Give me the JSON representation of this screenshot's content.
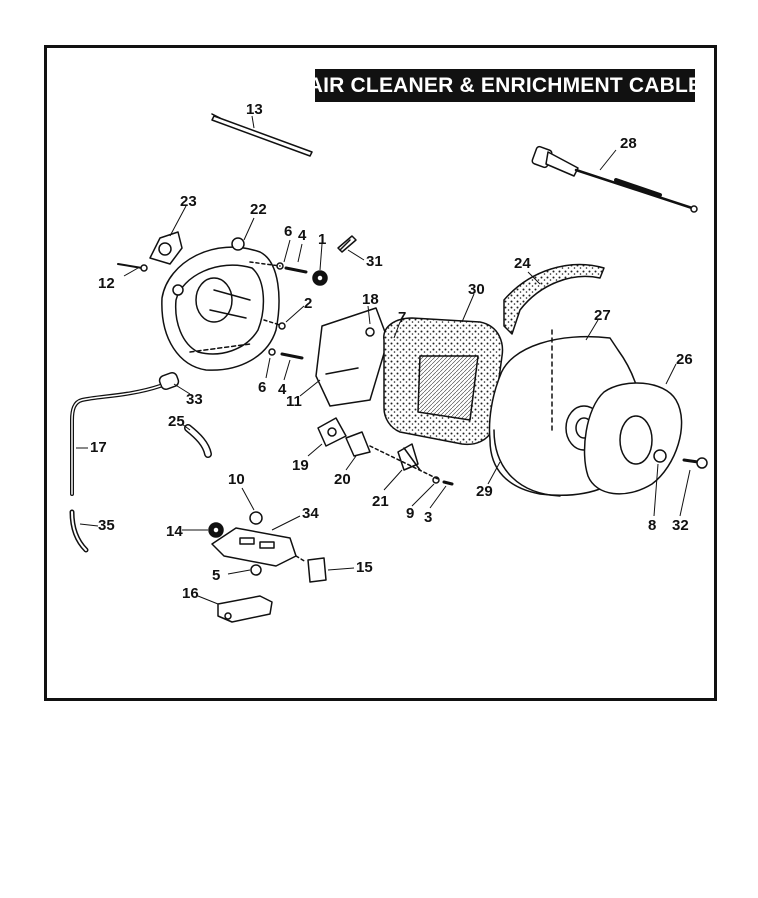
{
  "title": "AIR CLEANER & ENRICHMENT CABLE",
  "callouts": [
    {
      "id": "1",
      "label": "1"
    },
    {
      "id": "2",
      "label": "2"
    },
    {
      "id": "3",
      "label": "3"
    },
    {
      "id": "4a",
      "label": "4"
    },
    {
      "id": "4b",
      "label": "4"
    },
    {
      "id": "5",
      "label": "5"
    },
    {
      "id": "6a",
      "label": "6"
    },
    {
      "id": "6b",
      "label": "6"
    },
    {
      "id": "7",
      "label": "7"
    },
    {
      "id": "8",
      "label": "8"
    },
    {
      "id": "9",
      "label": "9"
    },
    {
      "id": "10",
      "label": "10"
    },
    {
      "id": "11",
      "label": "11"
    },
    {
      "id": "12",
      "label": "12"
    },
    {
      "id": "13",
      "label": "13"
    },
    {
      "id": "14",
      "label": "14"
    },
    {
      "id": "15",
      "label": "15"
    },
    {
      "id": "16",
      "label": "16"
    },
    {
      "id": "17",
      "label": "17"
    },
    {
      "id": "18",
      "label": "18"
    },
    {
      "id": "19",
      "label": "19"
    },
    {
      "id": "20",
      "label": "20"
    },
    {
      "id": "21",
      "label": "21"
    },
    {
      "id": "22",
      "label": "22"
    },
    {
      "id": "23",
      "label": "23"
    },
    {
      "id": "24",
      "label": "24"
    },
    {
      "id": "25",
      "label": "25"
    },
    {
      "id": "26",
      "label": "26"
    },
    {
      "id": "27",
      "label": "27"
    },
    {
      "id": "28",
      "label": "28"
    },
    {
      "id": "29",
      "label": "29"
    },
    {
      "id": "30",
      "label": "30"
    },
    {
      "id": "31",
      "label": "31"
    },
    {
      "id": "32",
      "label": "32"
    },
    {
      "id": "33",
      "label": "33"
    },
    {
      "id": "34",
      "label": "34"
    },
    {
      "id": "35",
      "label": "35"
    }
  ],
  "colors": {
    "ink": "#111111",
    "paper": "#ffffff"
  }
}
